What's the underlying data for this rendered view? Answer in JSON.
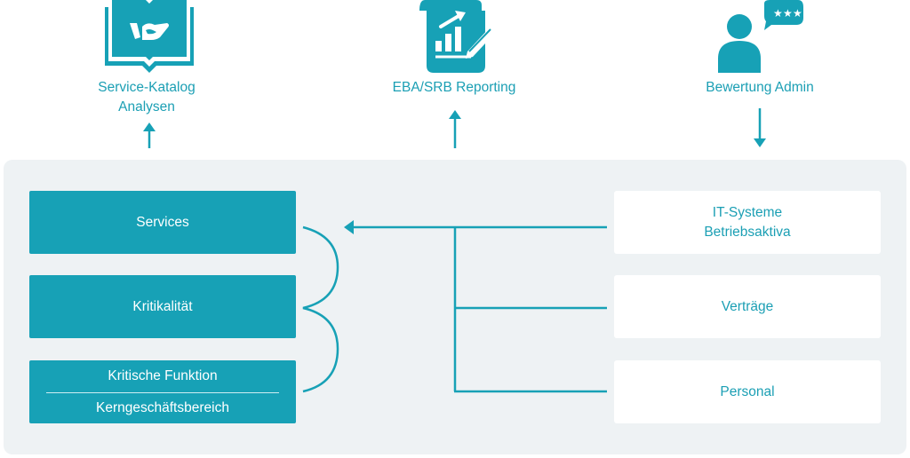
{
  "colors": {
    "accent": "#17a1b6",
    "panel_background": "#eef2f4",
    "box_white": "#ffffff"
  },
  "top_items": [
    {
      "id": "service-katalog",
      "icon": "open-book-hand-icon",
      "label_lines": [
        "Service-Katalog",
        "Analysen"
      ],
      "arrow": "up"
    },
    {
      "id": "eba-srb",
      "icon": "report-chart-pen-icon",
      "label_lines": [
        "EBA/SRB Reporting"
      ],
      "arrow": "up"
    },
    {
      "id": "bewertung",
      "icon": "user-rating-icon",
      "label_lines": [
        "Bewertung Admin"
      ],
      "arrow": "down"
    }
  ],
  "left_boxes": {
    "services": "Services",
    "kritikalitaet": "Kritikalität",
    "kritische_funktion": "Kritische Funktion",
    "kerngeschaeftsbereich": "Kerngeschäftsbereich"
  },
  "right_boxes": [
    {
      "lines": [
        "IT-Systeme",
        "Betriebsaktiva"
      ]
    },
    {
      "lines": [
        "Verträge"
      ]
    },
    {
      "lines": [
        "Personal"
      ]
    }
  ]
}
